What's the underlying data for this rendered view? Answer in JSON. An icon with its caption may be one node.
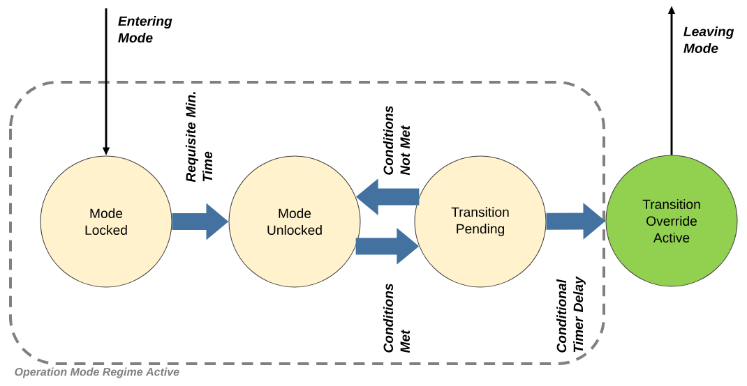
{
  "diagram": {
    "nodes": [
      {
        "text": [
          "Operation Mode Regime Active"
        ]
      },
      {
        "text": [
          "Mode Locked"
        ],
        "in": 0
      },
      {
        "text": [
          "Mode Unlocked"
        ],
        "in": 0
      },
      {
        "text": [
          "Transition Pending"
        ],
        "in": 0
      },
      {
        "text": [
          "Transition Override Active"
        ]
      }
    ],
    "edges": [
      {
        "from": null,
        "to": 1,
        "arrow": "to",
        "label": "Entering Mode",
        "color": "#000000"
      },
      {
        "from": 1,
        "to": 2,
        "arrow": "to",
        "label": "Requisite Min. Time"
      },
      {
        "from": 3,
        "to": 2,
        "arrow": "to",
        "label": "Conditions Not Met"
      },
      {
        "from": 2,
        "to": 3,
        "arrow": "to",
        "label": "Conditions Met"
      },
      {
        "from": 3,
        "to": 4,
        "arrow": "to",
        "label": "Conditional Timer Delay"
      },
      {
        "from": 4,
        "to": null,
        "arrow": "to",
        "label": "Leaving Mode",
        "color": "#000000"
      }
    ]
  }
}
